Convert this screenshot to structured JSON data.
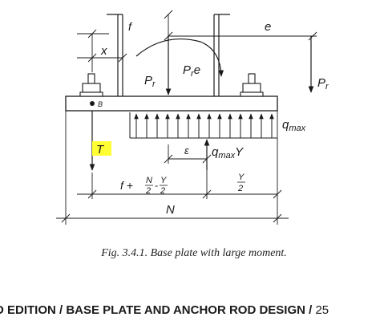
{
  "figure": {
    "labels": {
      "f": "f",
      "e": "e",
      "x": "x",
      "pr_e": "Pre",
      "pr_center": "Pr",
      "pr_right": "Pr",
      "b": "B",
      "q_max": "qmax",
      "t": "T",
      "epsilon": "ε",
      "q_max_y": "qmaxY",
      "f_expr": "f + N/2 - Y/2",
      "y_over_2": "Y/2",
      "n": "N"
    },
    "highlight_color": "#ffff33"
  },
  "caption": "Fig. 3.4.1. Base plate with large moment.",
  "footer": {
    "text": "D EDITION / BASE PLATE AND ANCHOR ROD DESIGN / ",
    "page": "25"
  }
}
